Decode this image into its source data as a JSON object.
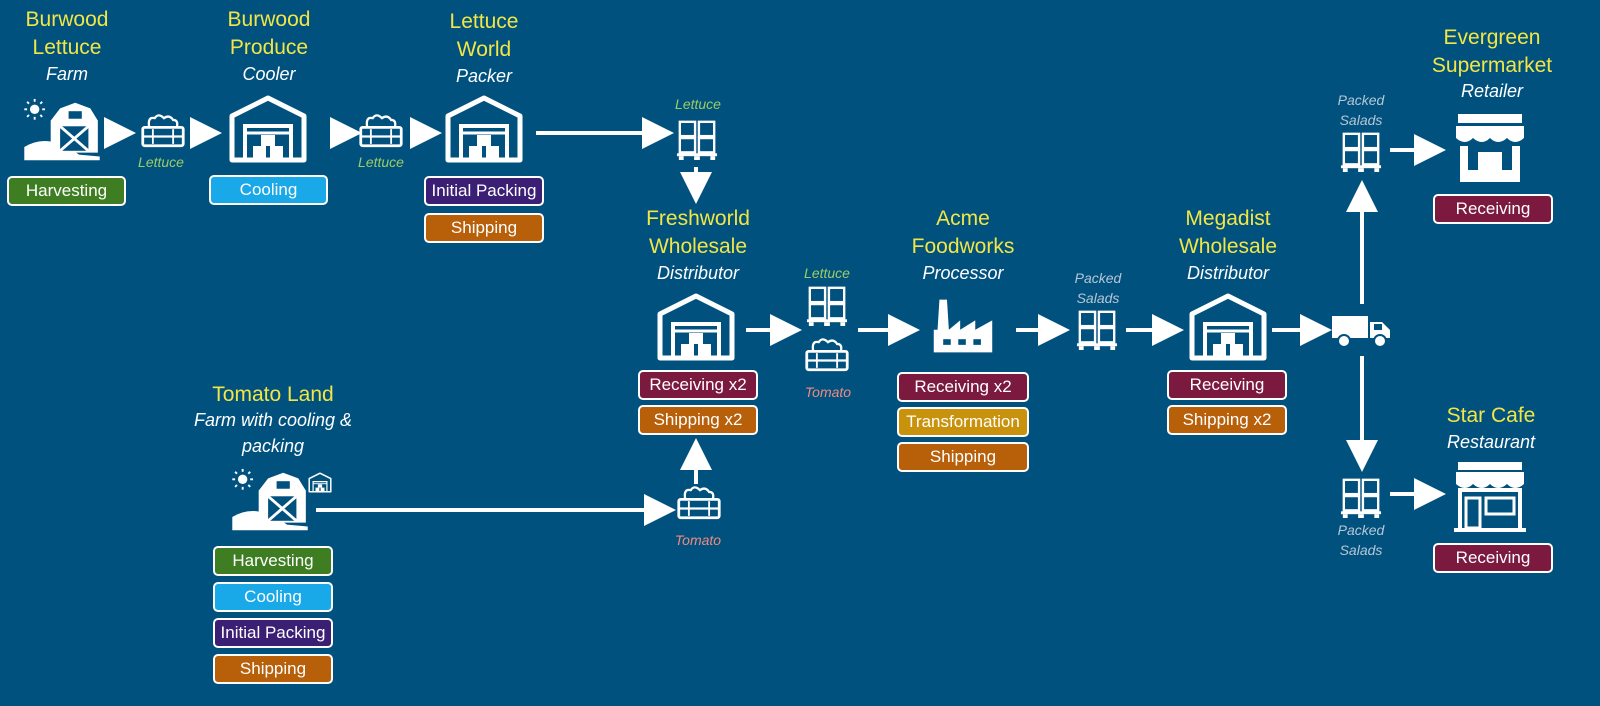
{
  "colors": {
    "background": "#01517f",
    "name_text": "#f2e644",
    "lettuce_label": "#9ccc65",
    "tomato_label": "#ef8a80",
    "salad_label": "#b7c7d4",
    "harvesting": "#3f7d22",
    "cooling": "#19a8e8",
    "initial_packing": "#3b1f74",
    "shipping": "#b85f0a",
    "receiving": "#7b1a3e",
    "transformation": "#c9920c"
  },
  "nodes": {
    "burwood_lettuce": {
      "name_1": "Burwood",
      "name_2": "Lettuce",
      "role": "Farm",
      "icon": "farm-barn-icon",
      "steps": [
        "Harvesting"
      ]
    },
    "burwood_produce": {
      "name_1": "Burwood",
      "name_2": "Produce",
      "role": "Cooler",
      "icon": "warehouse-icon",
      "steps": [
        "Cooling"
      ]
    },
    "lettuce_world": {
      "name_1": "Lettuce",
      "name_2": "World",
      "role": "Packer",
      "icon": "warehouse-icon",
      "steps": [
        "Initial Packing",
        "Shipping"
      ]
    },
    "freshworld": {
      "name_1": "Freshworld",
      "name_2": "Wholesale",
      "role": "Distributor",
      "icon": "warehouse-icon",
      "steps": [
        "Receiving x2",
        "Shipping x2"
      ]
    },
    "acme": {
      "name_1": "Acme",
      "name_2": "Foodworks",
      "role": "Processor",
      "icon": "factory-icon",
      "steps": [
        "Receiving x2",
        "Transformation",
        "Shipping"
      ]
    },
    "megadist": {
      "name_1": "Megadist",
      "name_2": "Wholesale",
      "role": "Distributor",
      "icon": "warehouse-icon",
      "steps": [
        "Receiving",
        "Shipping x2"
      ]
    },
    "evergreen": {
      "name_1": "Evergreen",
      "name_2": "Supermarket",
      "role": "Retailer",
      "icon": "store-icon",
      "steps": [
        "Receiving"
      ]
    },
    "star_cafe": {
      "name_1": "Star Cafe",
      "role": "Restaurant",
      "icon": "cafe-store-icon",
      "steps": [
        "Receiving"
      ]
    },
    "tomato_land": {
      "name_1": "Tomato Land",
      "role_1": "Farm with cooling &",
      "role_2": "packing",
      "icon": "farm-barn-icon",
      "steps": [
        "Harvesting",
        "Cooling",
        "Initial Packing",
        "Shipping"
      ]
    }
  },
  "flow_labels": {
    "lettuce_1": "Lettuce",
    "lettuce_2": "Lettuce",
    "lettuce_3": "Lettuce",
    "lettuce_4": "Lettuce",
    "tomato_1": "Tomato",
    "tomato_2": "Tomato",
    "packed_salads_1": "Packed Salads",
    "packed_salads_top": "Packed Salads",
    "packed_salads_bottom": "Packed Salads"
  },
  "icons": [
    "farm-barn-icon",
    "sun-icon",
    "warehouse-icon",
    "crate-icon",
    "pallet-icon",
    "factory-icon",
    "truck-icon",
    "store-icon",
    "cafe-store-icon",
    "arrow-icon"
  ]
}
